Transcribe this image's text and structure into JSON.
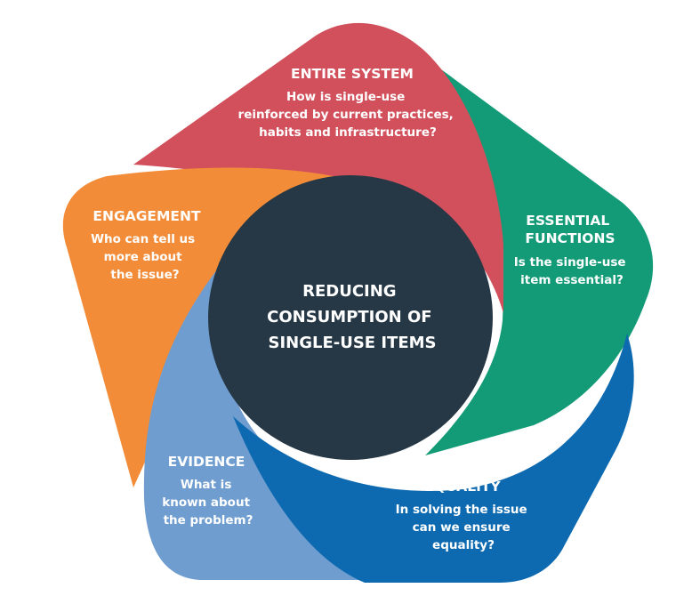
{
  "colors": {
    "entire_system": "#d1505c",
    "essential_functions": "#139b77",
    "equality": "#0d6ab0",
    "evidence": "#6f9dd0",
    "engagement": "#f28c38",
    "center": "#263845",
    "text": "#ffffff"
  },
  "center": {
    "lines": [
      "REDUCING",
      "CONSUMPTION OF",
      "SINGLE-USE ITEMS"
    ]
  },
  "segments": [
    {
      "id": "entire-system",
      "title": [
        "ENTIRE SYSTEM"
      ],
      "question": [
        "How is single-use",
        "reinforced by current practices,",
        "habits and infrastructure?"
      ]
    },
    {
      "id": "essential-functions",
      "title": [
        "ESSENTIAL",
        "FUNCTIONS"
      ],
      "question": [
        "Is the single-use",
        "item essential?"
      ]
    },
    {
      "id": "equality",
      "title": [
        "EQUALITY"
      ],
      "question": [
        "In solving the issue",
        "can we ensure",
        "equality?"
      ]
    },
    {
      "id": "evidence",
      "title": [
        "EVIDENCE"
      ],
      "question": [
        "What is",
        "known about",
        "the problem?"
      ]
    },
    {
      "id": "engagement",
      "title": [
        "ENGAGEMENT"
      ],
      "question": [
        "Who can tell us",
        "more about",
        "the issue?"
      ]
    }
  ]
}
